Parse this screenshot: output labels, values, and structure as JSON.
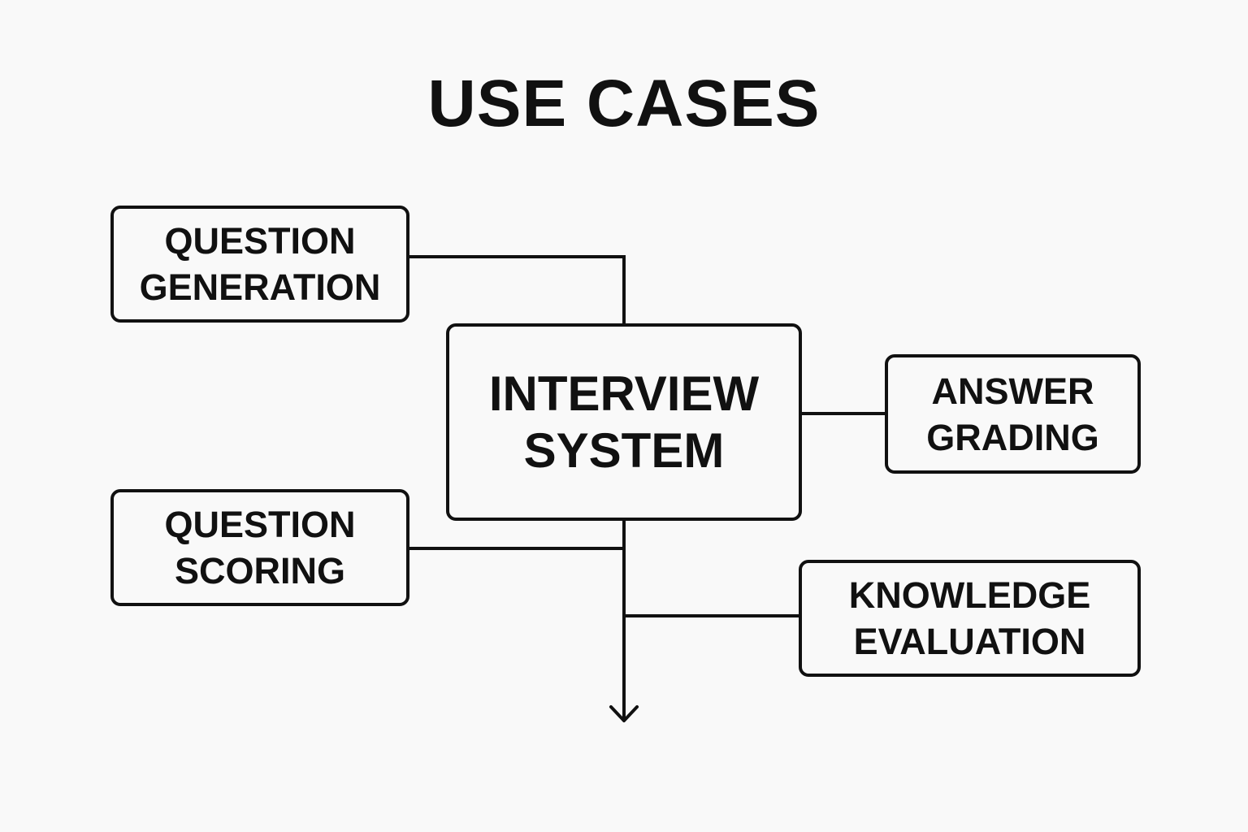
{
  "diagram": {
    "title": "USE CASES",
    "center": {
      "label": "INTERVIEW\nSYSTEM"
    },
    "nodes": {
      "question_generation": "QUESTION\nGENERATION",
      "answer_grading": "ANSWER\nGRADING",
      "question_scoring": "QUESTION\nSCORING",
      "knowledge_evaluation": "KNOWLEDGE\nEVALUATION"
    },
    "colors": {
      "stroke": "#111111",
      "background": "#f9f9f9"
    },
    "edges": [
      {
        "from": "question_generation",
        "to": "interview_system"
      },
      {
        "from": "interview_system",
        "to": "answer_grading"
      },
      {
        "from": "question_scoring",
        "to": "interview_system"
      },
      {
        "from": "interview_system",
        "to": "knowledge_evaluation"
      },
      {
        "from": "interview_system",
        "to": "downward-output-arrow"
      }
    ]
  }
}
